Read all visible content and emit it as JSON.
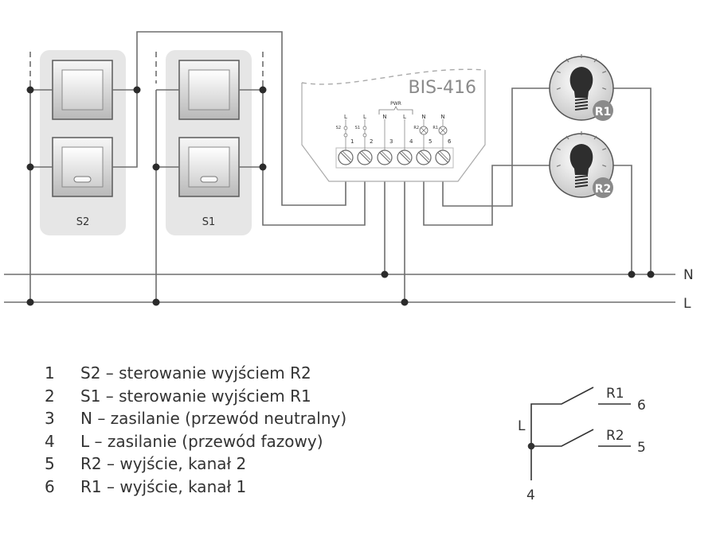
{
  "module": {
    "name": "BIS-416",
    "pwr_label": "PWR",
    "terminals": [
      {
        "number": "1",
        "label": "L",
        "sub": "S2"
      },
      {
        "number": "2",
        "label": "L",
        "sub": "S1"
      },
      {
        "number": "3",
        "label": "N",
        "sub": ""
      },
      {
        "number": "4",
        "label": "L",
        "sub": ""
      },
      {
        "number": "5",
        "label": "N",
        "sub": "R2"
      },
      {
        "number": "6",
        "label": "N",
        "sub": "R1"
      }
    ]
  },
  "switches": [
    {
      "label": "S2"
    },
    {
      "label": "S1"
    }
  ],
  "lamps": [
    {
      "label": "R1"
    },
    {
      "label": "R2"
    }
  ],
  "bus_labels": {
    "neutral": "N",
    "live": "L"
  },
  "legend": [
    {
      "num": "1",
      "text": "S2 – sterowanie wyjściem R2"
    },
    {
      "num": "2",
      "text": "S1 – sterowanie wyjściem R1"
    },
    {
      "num": "3",
      "text": "N – zasilanie (przewód neutralny)"
    },
    {
      "num": "4",
      "text": "L – zasilanie (przewód fazowy)"
    },
    {
      "num": "5",
      "text": "R2 – wyjście, kanał 2"
    },
    {
      "num": "6",
      "text": "R1 – wyjście, kanał 1"
    }
  ],
  "relay_schematic": {
    "input_label": "L",
    "input_terminal": "4",
    "outputs": [
      {
        "label": "R1",
        "terminal": "6"
      },
      {
        "label": "R2",
        "terminal": "5"
      }
    ]
  },
  "colors": {
    "wire": "#6e6e6e",
    "dot": "#2b2b2b",
    "panel": "#e6e6e6",
    "lamp_badge": "#8a8a8a",
    "text": "#333333"
  }
}
